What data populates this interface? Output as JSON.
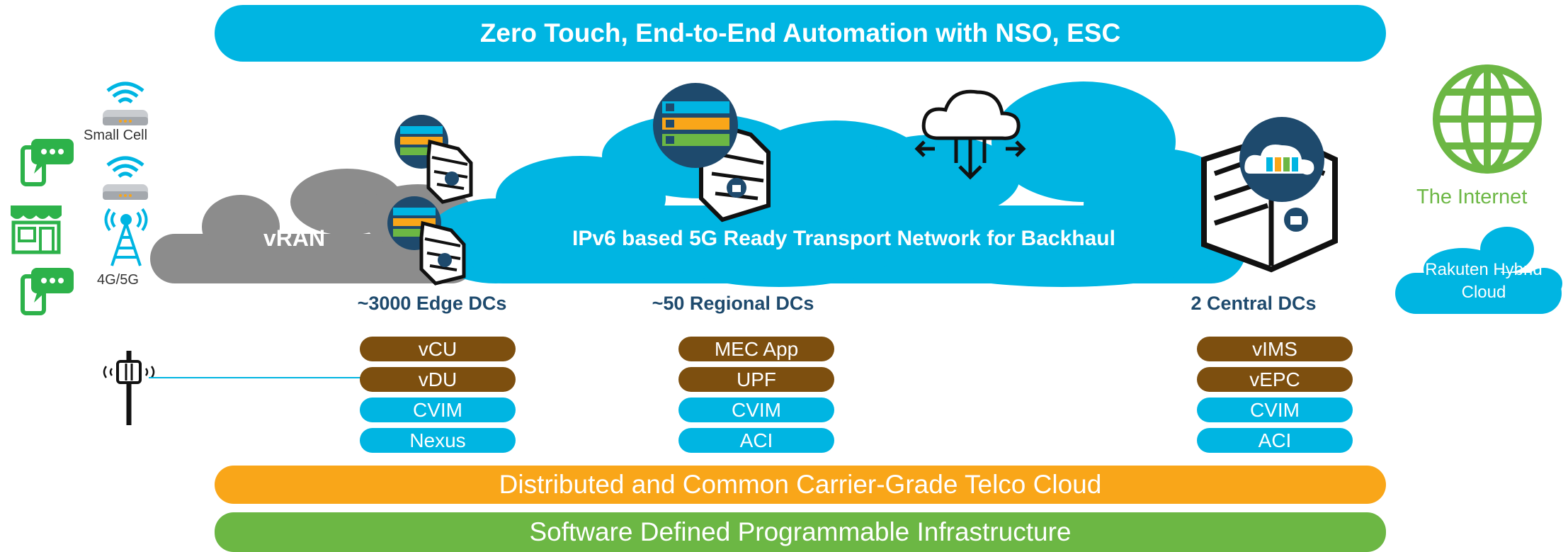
{
  "banners": {
    "top": "Zero Touch, End-to-End Automation with NSO, ESC",
    "middle": "Distributed and Common Carrier-Grade Telco Cloud",
    "bottom": "Software Defined Programmable Infrastructure"
  },
  "clouds": {
    "vran": "vRAN",
    "transport": "IPv6 based 5G Ready Transport Network for Backhaul"
  },
  "access": {
    "small_cell": "Small Cell",
    "radio": "4G/5G"
  },
  "internet": {
    "label": "The Internet",
    "hybrid_line1": "Rakuten Hybrid",
    "hybrid_line2": "Cloud"
  },
  "dcs": {
    "edge": {
      "title": "~3000 Edge DCs",
      "stack": [
        "vCU",
        "vDU",
        "CVIM",
        "Nexus"
      ]
    },
    "regional": {
      "title": "~50 Regional DCs",
      "stack": [
        "MEC App",
        "UPF",
        "CVIM",
        "ACI"
      ]
    },
    "central": {
      "title": "2 Central DCs",
      "stack": [
        "vIMS",
        "vEPC",
        "CVIM",
        "ACI"
      ]
    }
  },
  "colors": {
    "cyan": "#00b5e2",
    "orange": "#f9a619",
    "green": "#6cb744",
    "brown": "#7d4f0f",
    "gray": "#8c8c8c",
    "navy": "#1e4a6d",
    "phone_green": "#2db24a"
  }
}
